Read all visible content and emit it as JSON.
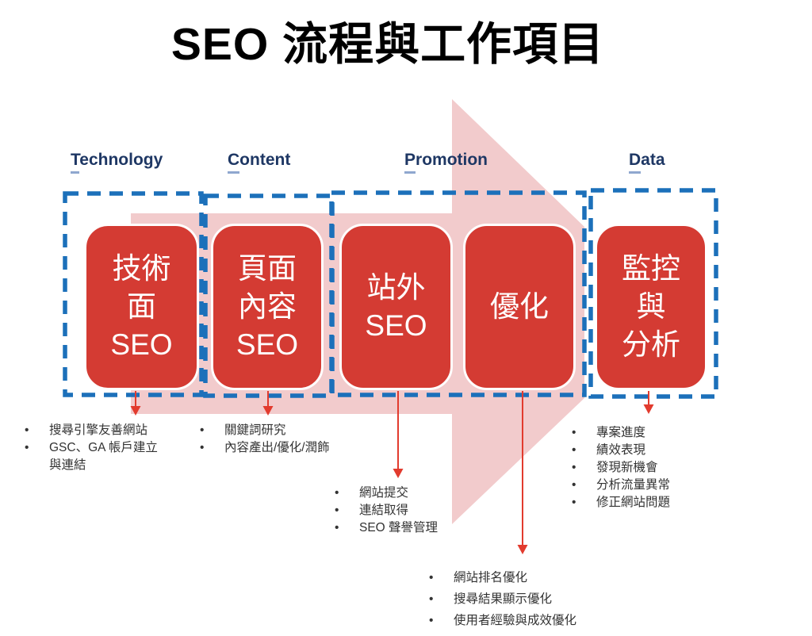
{
  "title": "SEO 流程與工作項目",
  "colors": {
    "box_red": "#d43b33",
    "flow_arrow_pink": "#f2cbcc",
    "dashed_border_blue": "#1c70ba",
    "category_navy": "#1e3764",
    "category_underline": "#8fa7cf",
    "down_arrow_red": "#e23b2e",
    "bullet_text": "#333333",
    "box_text": "#ffffff",
    "title_black": "#000000"
  },
  "stages": [
    {
      "category": "Technology",
      "box": [
        "技術",
        "面",
        "SEO"
      ],
      "bullets": [
        "搜尋引擎友善網站",
        "GSC、GA 帳戶建立\n與連結"
      ]
    },
    {
      "category": "Content",
      "box": [
        "頁面",
        "內容",
        "SEO"
      ],
      "bullets": [
        "關鍵詞研究",
        "內容產出/優化/潤飾"
      ]
    },
    {
      "category": "Promotion",
      "box": [
        "站外",
        "SEO"
      ],
      "bullets": [
        "網站提交",
        "連結取得",
        "SEO 聲譽管理"
      ]
    },
    {
      "category": "",
      "box": [
        "優化"
      ],
      "bullets": [
        "網站排名優化",
        "搜尋結果顯示優化",
        "使用者經驗與成效優化"
      ]
    },
    {
      "category": "Data",
      "box": [
        "監控",
        "與",
        "分析"
      ],
      "bullets": [
        "專案進度",
        "績效表現",
        "發現新機會",
        "分析流量異常",
        "修正網站問題"
      ]
    }
  ]
}
